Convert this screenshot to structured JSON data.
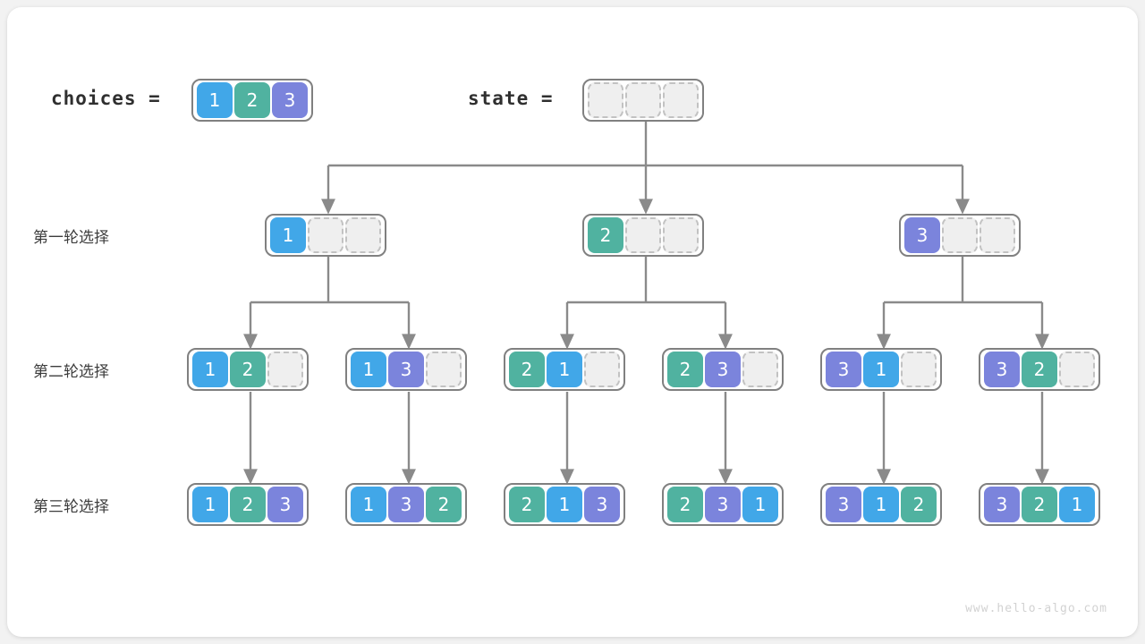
{
  "watermark": "www.hello-algo.com",
  "palette": {
    "value1": "#41a7e8",
    "value2": "#50b2a0",
    "value3": "#7b84dc",
    "empty_fill": "#efefef",
    "empty_border": "#c2c2c2",
    "array_border": "#808080",
    "edge": "#888888",
    "card": "#ffffff",
    "background": "#f2f2f2"
  },
  "header": {
    "choices_label": "choices  =",
    "choices_values": [
      "1",
      "2",
      "3"
    ],
    "state_label": "state  =",
    "state_values": [
      "",
      "",
      ""
    ]
  },
  "rows": [
    {
      "label": "第一轮选择"
    },
    {
      "label": "第二轮选择"
    },
    {
      "label": "第三轮选择"
    }
  ],
  "tree": {
    "root": {
      "cells": [
        "",
        "",
        ""
      ]
    },
    "level1": [
      {
        "cells": [
          "1",
          "",
          ""
        ]
      },
      {
        "cells": [
          "2",
          "",
          ""
        ]
      },
      {
        "cells": [
          "3",
          "",
          ""
        ]
      }
    ],
    "level2": [
      {
        "cells": [
          "1",
          "2",
          ""
        ]
      },
      {
        "cells": [
          "1",
          "3",
          ""
        ]
      },
      {
        "cells": [
          "2",
          "1",
          ""
        ]
      },
      {
        "cells": [
          "2",
          "3",
          ""
        ]
      },
      {
        "cells": [
          "3",
          "1",
          ""
        ]
      },
      {
        "cells": [
          "3",
          "2",
          ""
        ]
      }
    ],
    "level3": [
      {
        "cells": [
          "1",
          "2",
          "3"
        ]
      },
      {
        "cells": [
          "1",
          "3",
          "2"
        ]
      },
      {
        "cells": [
          "2",
          "1",
          "3"
        ]
      },
      {
        "cells": [
          "2",
          "3",
          "1"
        ]
      },
      {
        "cells": [
          "3",
          "1",
          "2"
        ]
      },
      {
        "cells": [
          "3",
          "2",
          "1"
        ]
      }
    ]
  }
}
